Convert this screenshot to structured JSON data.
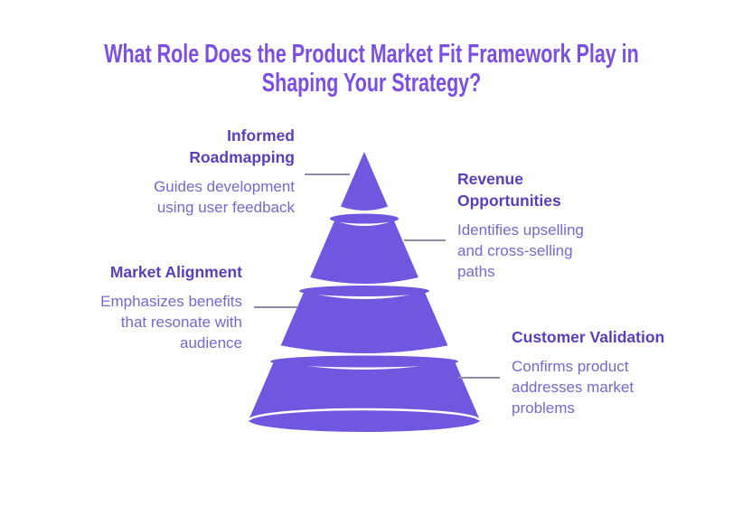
{
  "title": {
    "line1": "What Role Does the Product Market Fit Framework Play in",
    "line2": "Shaping Your Strategy?",
    "full": "What Role Does the Product Market Fit Framework Play in Shaping Your Strategy?"
  },
  "labels": {
    "informed_roadmapping": {
      "heading": "Informed Roadmapping",
      "body": "Guides development using user feedback",
      "side": "left",
      "cone_level": 1
    },
    "revenue_opportunities": {
      "heading": "Revenue Opportunities",
      "body": "Identifies upselling and cross-selling paths",
      "side": "right",
      "cone_level": 2
    },
    "market_alignment": {
      "heading": "Market Alignment",
      "body": "Emphasizes benefits that resonate with audience",
      "side": "left",
      "cone_level": 3
    },
    "customer_validation": {
      "heading": "Customer Validation",
      "body": "Confirms product addresses market problems",
      "side": "right",
      "cone_level": 4
    }
  },
  "pyramid": {
    "shape": "3d-cone",
    "levels": 4,
    "level_order_top_to_bottom": [
      "Informed Roadmapping",
      "Revenue Opportunities",
      "Market Alignment",
      "Customer Validation"
    ]
  },
  "colors": {
    "background": "#FFFFFF",
    "title_text": "#7B4FE0",
    "label_heading_text": "#5A40B8",
    "label_body_text": "#7867CE",
    "cone_fill": "#7157DF",
    "connector_line": "#908BA8"
  }
}
